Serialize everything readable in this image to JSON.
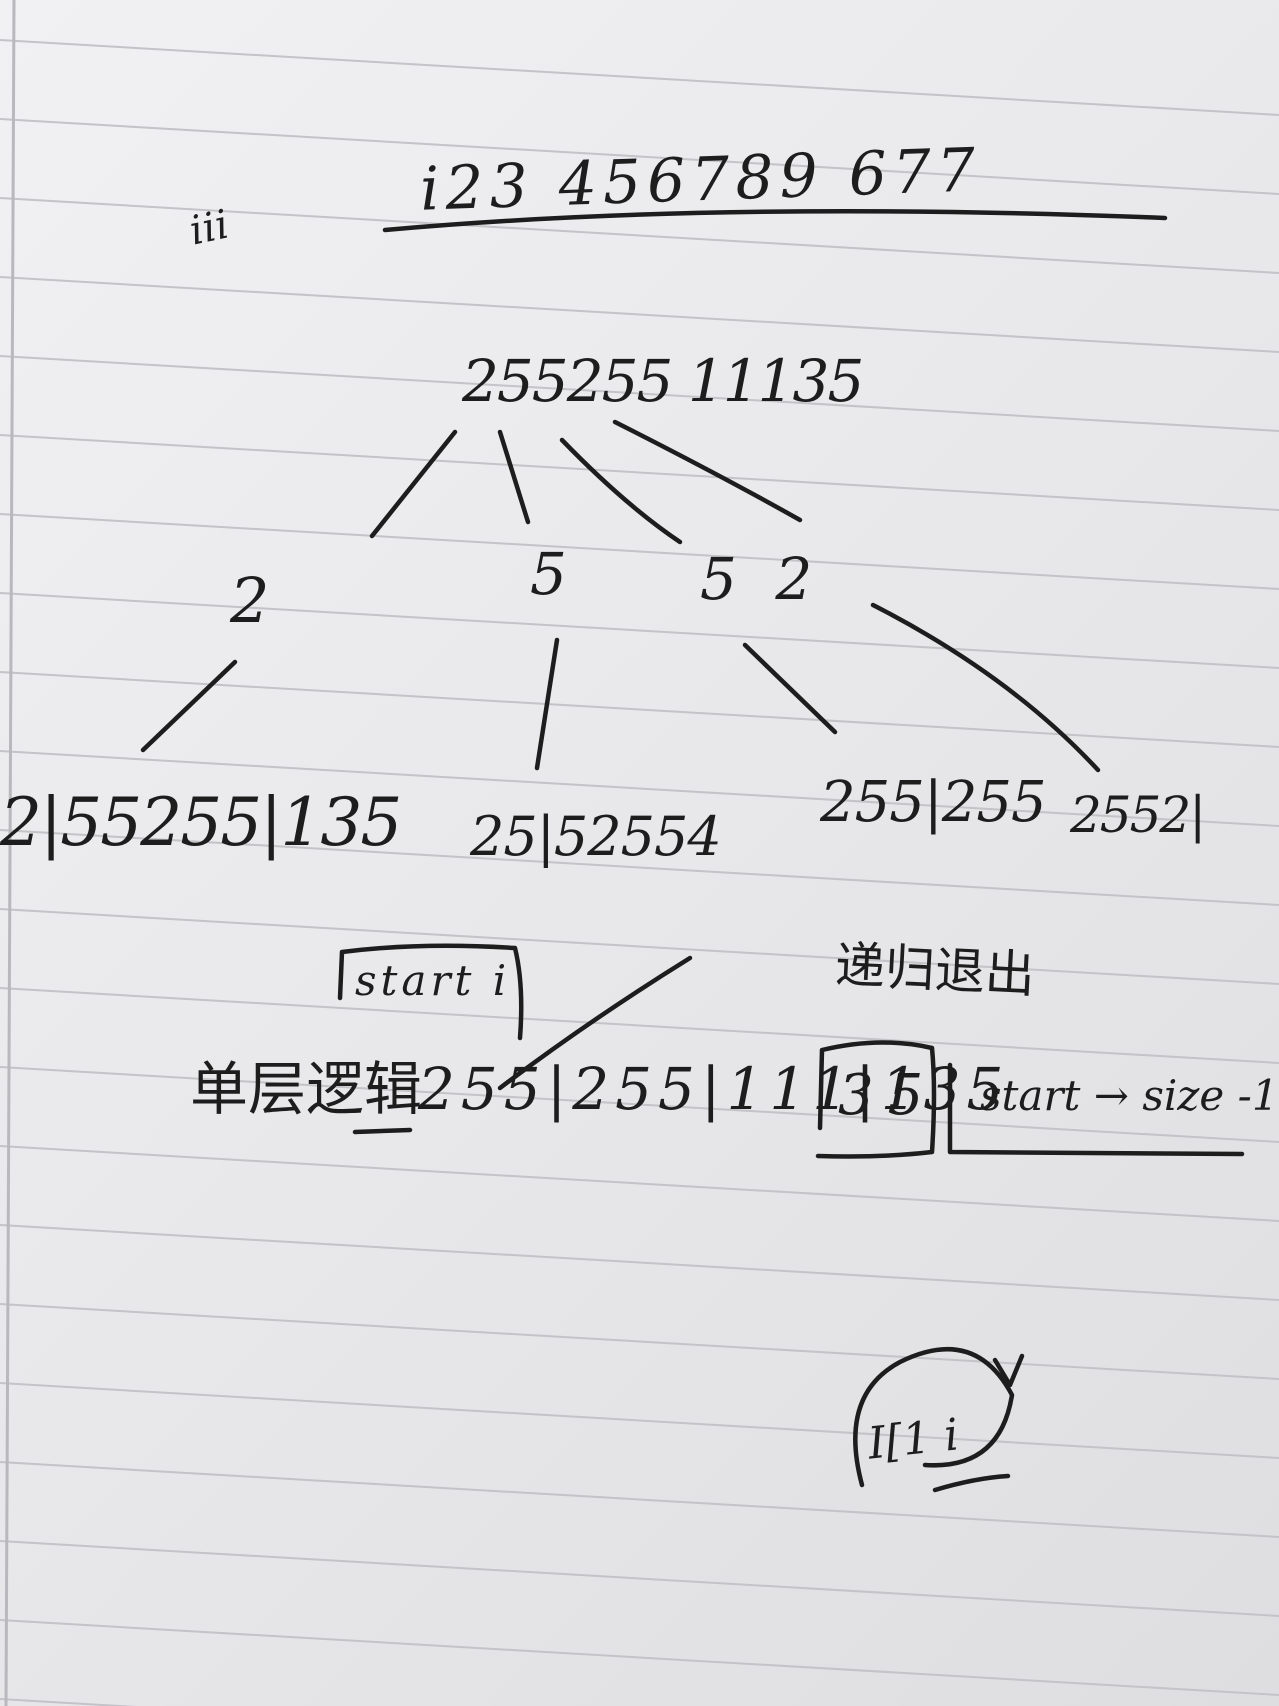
{
  "notes": {
    "top_sequence": "i23 456789 677",
    "corner_mark": "ⅲ",
    "tree": {
      "root": "255255 11135",
      "level1": [
        "2",
        "5",
        "5 2"
      ],
      "leaves": [
        "2|55255|135",
        "25|52554",
        "255|255",
        "2552|"
      ]
    },
    "annotation_start_i": "start i",
    "annotation_right": "递归退出",
    "bottom_row_label": "单层逻辑",
    "bottom_row_sequence": "255|255|111|135",
    "bottom_row_boxed": "35",
    "bottom_row_range": "start → size -1",
    "loop_mark": "I[1 i"
  },
  "colors": {
    "ink": "#1d1d1d",
    "paper": "#ececee",
    "rule_line": "#c3c3c8"
  }
}
